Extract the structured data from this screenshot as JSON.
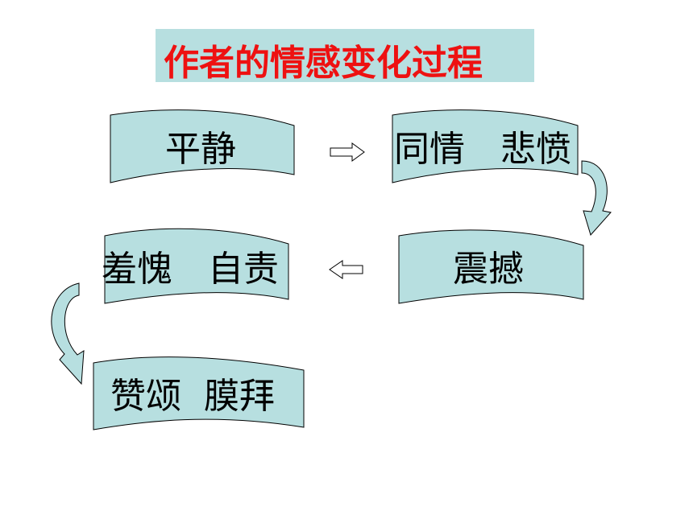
{
  "title": "作者的情感变化过程",
  "stages": [
    {
      "id": "calm",
      "text": "平静"
    },
    {
      "id": "sympathy",
      "text": "同情　悲愤"
    },
    {
      "id": "shock",
      "text": "震撼"
    },
    {
      "id": "shame",
      "text": "羞愧　自责"
    },
    {
      "id": "praise",
      "text": "赞颂  膜拜"
    }
  ],
  "colors": {
    "box_fill": "#b7dfe0",
    "box_stroke": "#000000",
    "title_text": "#ee1111",
    "arrow_fill": "#b7dfe0"
  }
}
